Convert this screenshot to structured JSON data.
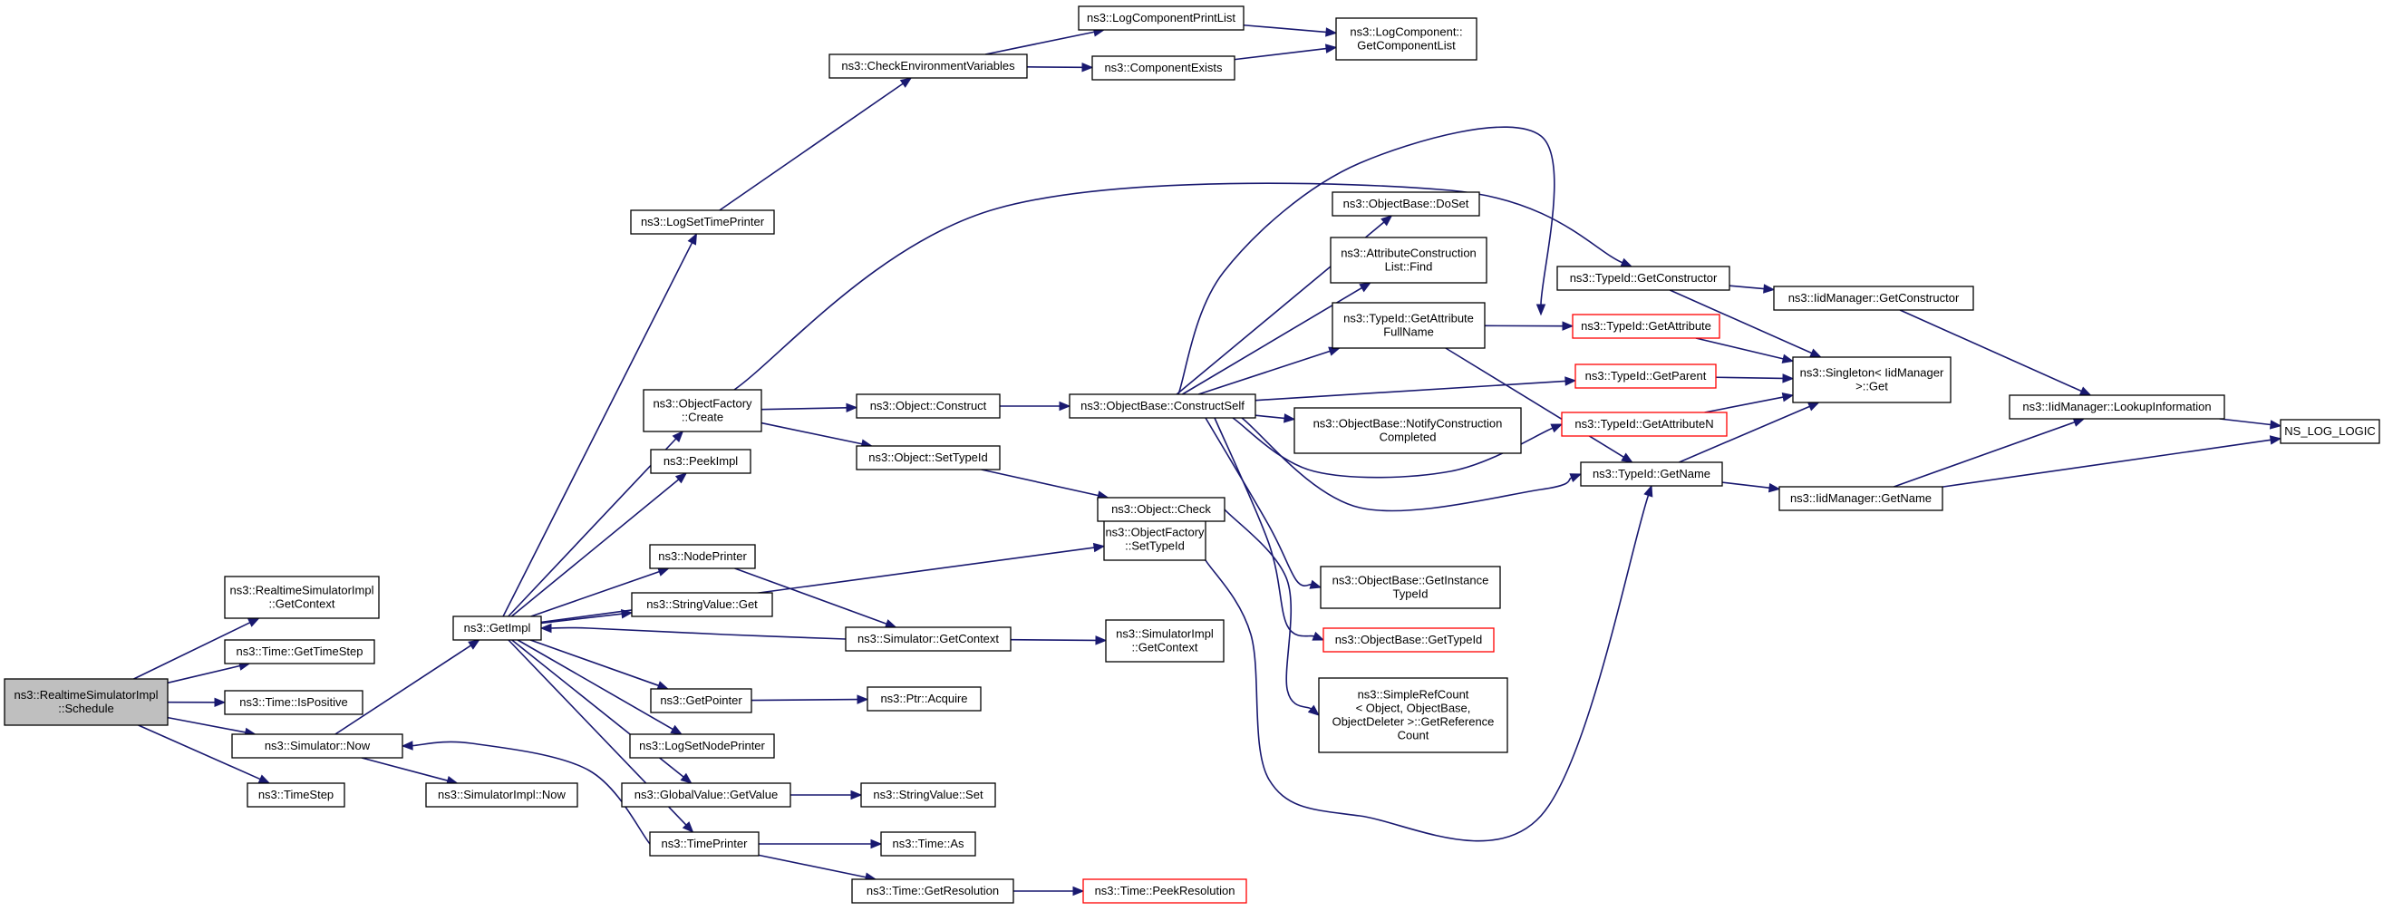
{
  "graph": {
    "root": "schedule",
    "colors": {
      "edge": "#191970",
      "node_border": "#000000",
      "truncated_border": "#ff0000",
      "root_fill": "#bfbfbf"
    },
    "nodes": [
      {
        "id": "schedule",
        "lines": [
          "ns3::RealtimeSimulatorImpl",
          "::Schedule"
        ],
        "root": true
      },
      {
        "id": "rsi_getcontext",
        "lines": [
          "ns3::RealtimeSimulatorImpl",
          "::GetContext"
        ]
      },
      {
        "id": "time_gettimestep",
        "lines": [
          "ns3::Time::GetTimeStep"
        ]
      },
      {
        "id": "time_ispositive",
        "lines": [
          "ns3::Time::IsPositive"
        ]
      },
      {
        "id": "simulator_now",
        "lines": [
          "ns3::Simulator::Now"
        ]
      },
      {
        "id": "timestep",
        "lines": [
          "ns3::TimeStep"
        ]
      },
      {
        "id": "getimpl",
        "lines": [
          "ns3::GetImpl"
        ]
      },
      {
        "id": "simimpl_now",
        "lines": [
          "ns3::SimulatorImpl::Now"
        ]
      },
      {
        "id": "logsettimeprinter",
        "lines": [
          "ns3::LogSetTimePrinter"
        ]
      },
      {
        "id": "objfactory_create",
        "lines": [
          "ns3::ObjectFactory",
          "::Create"
        ]
      },
      {
        "id": "peekimpl",
        "lines": [
          "ns3::PeekImpl"
        ]
      },
      {
        "id": "nodeprinter",
        "lines": [
          "ns3::NodePrinter"
        ]
      },
      {
        "id": "stringvalue_get",
        "lines": [
          "ns3::StringValue::Get"
        ]
      },
      {
        "id": "getpointer",
        "lines": [
          "ns3::GetPointer"
        ]
      },
      {
        "id": "logsetnodeprinter",
        "lines": [
          "ns3::LogSetNodePrinter"
        ]
      },
      {
        "id": "globalvalue_getvalue",
        "lines": [
          "ns3::GlobalValue::GetValue"
        ]
      },
      {
        "id": "timeprinter",
        "lines": [
          "ns3::TimePrinter"
        ]
      },
      {
        "id": "checkenv",
        "lines": [
          "ns3::CheckEnvironmentVariables"
        ]
      },
      {
        "id": "logcompprintlist",
        "lines": [
          "ns3::LogComponentPrintList"
        ]
      },
      {
        "id": "componentexists",
        "lines": [
          "ns3::ComponentExists"
        ]
      },
      {
        "id": "logcomp_getlist",
        "lines": [
          "ns3::LogComponent::",
          "GetComponentList"
        ]
      },
      {
        "id": "object_construct",
        "lines": [
          "ns3::Object::Construct"
        ]
      },
      {
        "id": "object_settypeid",
        "lines": [
          "ns3::Object::SetTypeId"
        ]
      },
      {
        "id": "objfactory_settypeid",
        "lines": [
          "ns3::ObjectFactory",
          "::SetTypeId"
        ]
      },
      {
        "id": "sim_getcontext",
        "lines": [
          "ns3::Simulator::GetContext"
        ]
      },
      {
        "id": "simimpl_getcontext",
        "lines": [
          "ns3::SimulatorImpl",
          "::GetContext"
        ]
      },
      {
        "id": "ptr_acquire",
        "lines": [
          "ns3::Ptr::Acquire"
        ]
      },
      {
        "id": "stringvalue_set",
        "lines": [
          "ns3::StringValue::Set"
        ]
      },
      {
        "id": "time_as",
        "lines": [
          "ns3::Time::As"
        ]
      },
      {
        "id": "time_getresolution",
        "lines": [
          "ns3::Time::GetResolution"
        ]
      },
      {
        "id": "time_peekresolution",
        "lines": [
          "ns3::Time::PeekResolution"
        ],
        "truncated": true
      },
      {
        "id": "objbase_constructself",
        "lines": [
          "ns3::ObjectBase::ConstructSelf"
        ]
      },
      {
        "id": "object_check",
        "lines": [
          "ns3::Object::Check"
        ]
      },
      {
        "id": "objbase_doset",
        "lines": [
          "ns3::ObjectBase::DoSet"
        ]
      },
      {
        "id": "attrconstr_find",
        "lines": [
          "ns3::AttributeConstruction",
          "List::Find"
        ]
      },
      {
        "id": "typeid_getattrfullname",
        "lines": [
          "ns3::TypeId::GetAttribute",
          "FullName"
        ]
      },
      {
        "id": "objbase_notify",
        "lines": [
          "ns3::ObjectBase::NotifyConstruction",
          "Completed"
        ]
      },
      {
        "id": "objbase_getinstancetypeid",
        "lines": [
          "ns3::ObjectBase::GetInstance",
          "TypeId"
        ]
      },
      {
        "id": "objbase_gettypeid",
        "lines": [
          "ns3::ObjectBase::GetTypeId"
        ],
        "truncated": true
      },
      {
        "id": "simplerefcount",
        "lines": [
          "ns3::SimpleRefCount",
          "< Object, ObjectBase,",
          "ObjectDeleter >::GetReference",
          "Count"
        ]
      },
      {
        "id": "typeid_getconstructor",
        "lines": [
          "ns3::TypeId::GetConstructor"
        ]
      },
      {
        "id": "typeid_getattribute",
        "lines": [
          "ns3::TypeId::GetAttribute"
        ],
        "truncated": true
      },
      {
        "id": "typeid_getparent",
        "lines": [
          "ns3::TypeId::GetParent"
        ],
        "truncated": true
      },
      {
        "id": "typeid_getattributen",
        "lines": [
          "ns3::TypeId::GetAttributeN"
        ],
        "truncated": true
      },
      {
        "id": "typeid_getname",
        "lines": [
          "ns3::TypeId::GetName"
        ]
      },
      {
        "id": "iid_getconstructor",
        "lines": [
          "ns3::IidManager::GetConstructor"
        ]
      },
      {
        "id": "singleton_get",
        "lines": [
          "ns3::Singleton< IidManager",
          ">::Get"
        ]
      },
      {
        "id": "iid_getname",
        "lines": [
          "ns3::IidManager::GetName"
        ]
      },
      {
        "id": "iid_lookupinfo",
        "lines": [
          "ns3::IidManager::LookupInformation"
        ]
      },
      {
        "id": "ns_log_logic",
        "lines": [
          "NS_LOG_LOGIC"
        ]
      }
    ],
    "edges": [
      [
        "schedule",
        "rsi_getcontext"
      ],
      [
        "schedule",
        "time_gettimestep"
      ],
      [
        "schedule",
        "time_ispositive"
      ],
      [
        "schedule",
        "simulator_now"
      ],
      [
        "schedule",
        "timestep"
      ],
      [
        "simulator_now",
        "getimpl"
      ],
      [
        "simulator_now",
        "simimpl_now"
      ],
      [
        "getimpl",
        "logsettimeprinter"
      ],
      [
        "getimpl",
        "objfactory_create"
      ],
      [
        "getimpl",
        "peekimpl"
      ],
      [
        "getimpl",
        "nodeprinter"
      ],
      [
        "getimpl",
        "stringvalue_get"
      ],
      [
        "getimpl",
        "getpointer"
      ],
      [
        "getimpl",
        "logsetnodeprinter"
      ],
      [
        "getimpl",
        "globalvalue_getvalue"
      ],
      [
        "getimpl",
        "timeprinter"
      ],
      [
        "getimpl",
        "objfactory_settypeid"
      ],
      [
        "logsettimeprinter",
        "checkenv"
      ],
      [
        "checkenv",
        "logcompprintlist"
      ],
      [
        "checkenv",
        "componentexists"
      ],
      [
        "logcompprintlist",
        "logcomp_getlist"
      ],
      [
        "componentexists",
        "logcomp_getlist"
      ],
      [
        "objfactory_create",
        "object_construct"
      ],
      [
        "objfactory_create",
        "object_settypeid"
      ],
      [
        "objfactory_create",
        "typeid_getconstructor"
      ],
      [
        "object_construct",
        "objbase_constructself"
      ],
      [
        "object_settypeid",
        "object_check"
      ],
      [
        "object_check",
        "simplerefcount"
      ],
      [
        "objfactory_settypeid",
        "typeid_getname"
      ],
      [
        "nodeprinter",
        "sim_getcontext"
      ],
      [
        "sim_getcontext",
        "getimpl"
      ],
      [
        "sim_getcontext",
        "simimpl_getcontext"
      ],
      [
        "getpointer",
        "ptr_acquire"
      ],
      [
        "globalvalue_getvalue",
        "stringvalue_set"
      ],
      [
        "timeprinter",
        "simulator_now"
      ],
      [
        "timeprinter",
        "time_as"
      ],
      [
        "timeprinter",
        "time_getresolution"
      ],
      [
        "time_getresolution",
        "time_peekresolution"
      ],
      [
        "objbase_constructself",
        "objbase_doset"
      ],
      [
        "objbase_constructself",
        "attrconstr_find"
      ],
      [
        "objbase_constructself",
        "typeid_getattrfullname"
      ],
      [
        "objbase_constructself",
        "objbase_notify"
      ],
      [
        "objbase_constructself",
        "objbase_getinstancetypeid"
      ],
      [
        "objbase_constructself",
        "objbase_gettypeid"
      ],
      [
        "objbase_constructself",
        "typeid_getattribute"
      ],
      [
        "objbase_constructself",
        "typeid_getparent"
      ],
      [
        "objbase_constructself",
        "typeid_getattributen"
      ],
      [
        "objbase_constructself",
        "typeid_getname"
      ],
      [
        "typeid_getattrfullname",
        "typeid_getattribute"
      ],
      [
        "typeid_getattrfullname",
        "typeid_getname"
      ],
      [
        "typeid_getconstructor",
        "iid_getconstructor"
      ],
      [
        "typeid_getconstructor",
        "singleton_get"
      ],
      [
        "typeid_getattribute",
        "singleton_get"
      ],
      [
        "typeid_getparent",
        "singleton_get"
      ],
      [
        "typeid_getattributen",
        "singleton_get"
      ],
      [
        "typeid_getname",
        "singleton_get"
      ],
      [
        "typeid_getname",
        "iid_getname"
      ],
      [
        "iid_getconstructor",
        "iid_lookupinfo"
      ],
      [
        "iid_getname",
        "iid_lookupinfo"
      ],
      [
        "iid_getname",
        "ns_log_logic"
      ],
      [
        "iid_lookupinfo",
        "ns_log_logic"
      ]
    ]
  }
}
